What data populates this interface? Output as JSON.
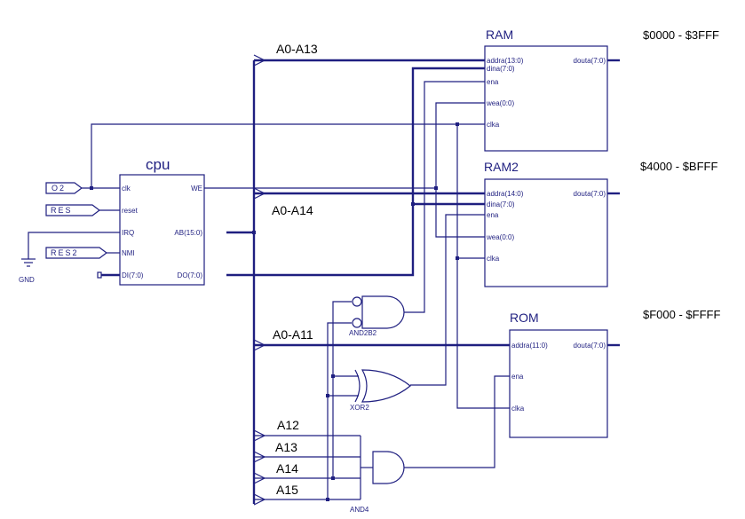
{
  "address_ranges": {
    "ram": "$0000 - $3FFF",
    "ram2": "$4000 - $BFFF",
    "rom": "$F000 - $FFFF"
  },
  "bus_labels": {
    "a0_a13": "A0-A13",
    "a0_a14": "A0-A14",
    "a0_a11": "A0-A11",
    "a12": "A12",
    "a13": "A13",
    "a14": "A14",
    "a15": "A15"
  },
  "cpu": {
    "title": "cpu",
    "pins": {
      "clk": "clk",
      "reset": "reset",
      "irq": "IRQ",
      "nmi": "NMI",
      "di": "DI(7:0)",
      "we": "WE",
      "ab": "AB(15:0)",
      "do": "DO(7:0)"
    }
  },
  "ports": {
    "o2": "O2",
    "res": "RES",
    "res2": "RES2",
    "gnd": "GND"
  },
  "ram": {
    "title": "RAM",
    "pins": {
      "addra": "addra(13:0)",
      "dina": "dina(7:0)",
      "ena": "ena",
      "wea": "wea(0:0)",
      "clka": "clka",
      "douta": "douta(7:0)"
    }
  },
  "ram2": {
    "title": "RAM2",
    "pins": {
      "addra": "addra(14:0)",
      "dina": "dina(7:0)",
      "ena": "ena",
      "wea": "wea(0:0)",
      "clka": "clka",
      "douta": "douta(7:0)"
    }
  },
  "rom": {
    "title": "ROM",
    "pins": {
      "addra": "addra(11:0)",
      "ena": "ena",
      "clka": "clka",
      "douta": "douta(7:0)"
    }
  },
  "gates": {
    "and2b2": "AND2B2",
    "xor2": "XOR2",
    "and4": "AND4"
  }
}
